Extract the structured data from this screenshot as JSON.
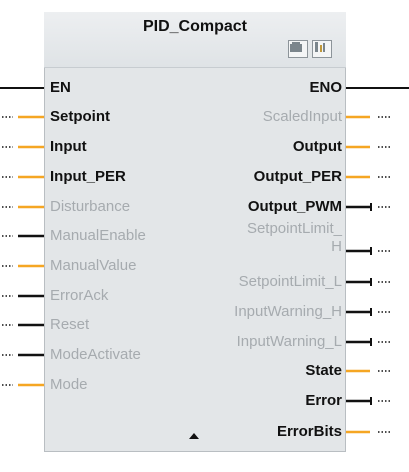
{
  "block": {
    "title": "PID_Compact",
    "icons": [
      "load-icon",
      "commissioning-icon"
    ]
  },
  "inputs": [
    {
      "label": "EN",
      "state": "active",
      "wire": "solid"
    },
    {
      "label": "Setpoint",
      "state": "active",
      "wire": "orange"
    },
    {
      "label": "Input",
      "state": "active",
      "wire": "orange"
    },
    {
      "label": "Input_PER",
      "state": "active",
      "wire": "orange"
    },
    {
      "label": "Disturbance",
      "state": "inactive",
      "wire": "orange"
    },
    {
      "label": "ManualEnable",
      "state": "inactive",
      "wire": "black"
    },
    {
      "label": "ManualValue",
      "state": "inactive",
      "wire": "orange"
    },
    {
      "label": "ErrorAck",
      "state": "inactive",
      "wire": "black"
    },
    {
      "label": "Reset",
      "state": "inactive",
      "wire": "black"
    },
    {
      "label": "ModeActivate",
      "state": "inactive",
      "wire": "black"
    },
    {
      "label": "Mode",
      "state": "inactive",
      "wire": "orange"
    }
  ],
  "outputs": [
    {
      "label": "ENO",
      "state": "active",
      "wire": "solid"
    },
    {
      "label": "ScaledInput",
      "state": "inactive",
      "wire": "orange"
    },
    {
      "label": "Output",
      "state": "active",
      "wire": "orange"
    },
    {
      "label": "Output_PER",
      "state": "active",
      "wire": "orange"
    },
    {
      "label": "Output_PWM",
      "state": "active",
      "wire": "black"
    },
    {
      "label_line1": "SetpointLimit_",
      "label_line2": "H",
      "state": "inactive",
      "wire": "black"
    },
    {
      "label": "SetpointLimit_L",
      "state": "inactive",
      "wire": "black"
    },
    {
      "label": "InputWarning_H",
      "state": "inactive",
      "wire": "black"
    },
    {
      "label": "InputWarning_L",
      "state": "inactive",
      "wire": "black"
    },
    {
      "label": "State",
      "state": "active",
      "wire": "orange"
    },
    {
      "label": "Error",
      "state": "active",
      "wire": "black"
    },
    {
      "label": "ErrorBits",
      "state": "active",
      "wire": "orange"
    }
  ],
  "colors": {
    "bool_wire": "#111111",
    "word_wire": "#f5a623",
    "active_text": "#111111",
    "inactive_text": "#a6abaf",
    "block_fill": "#e3e6e8"
  }
}
